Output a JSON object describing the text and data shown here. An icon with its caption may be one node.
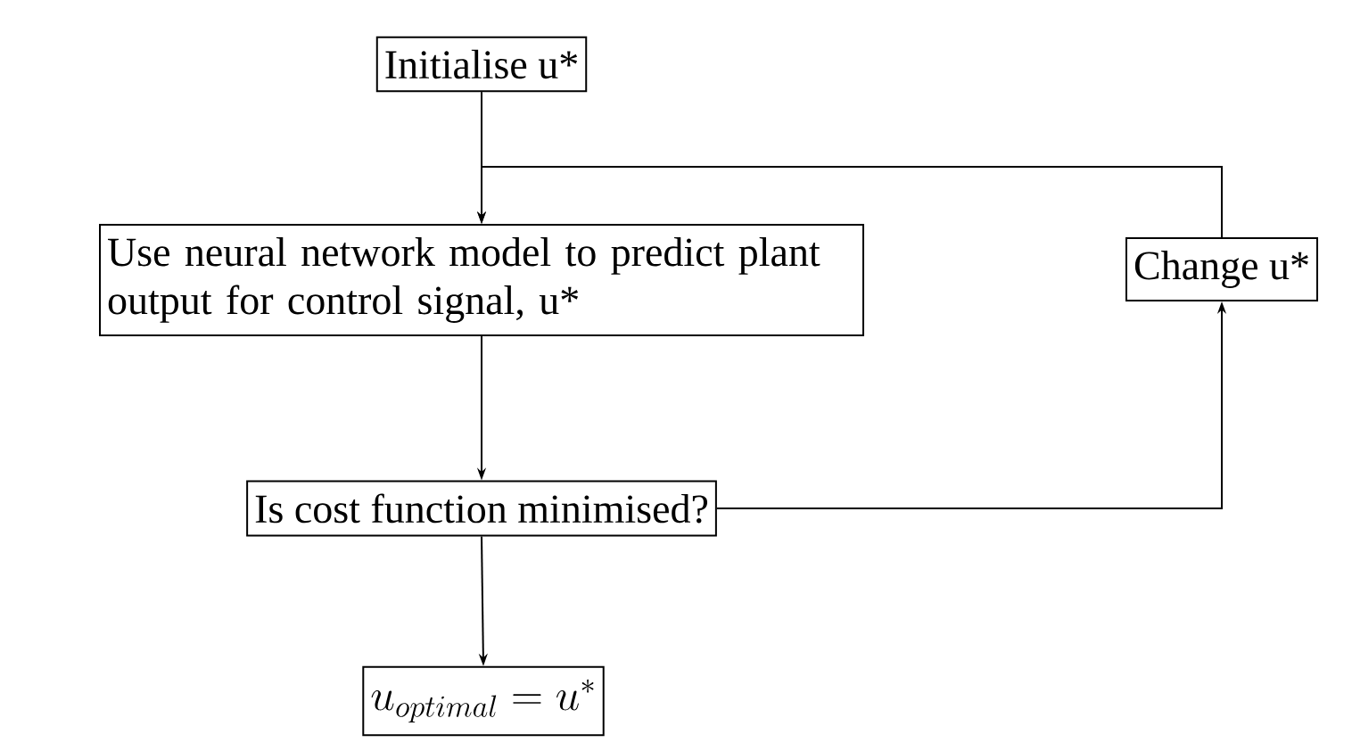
{
  "diagram": {
    "nodes": [
      {
        "text": [
          "Initialise u*"
        ]
      },
      {
        "text": [
          "Use neural network model to predict plant output for control signal, u*"
        ]
      },
      {
        "text": [
          "Change u*"
        ]
      },
      {
        "text": [
          "Is cost function minimised?"
        ]
      },
      {
        "text": [
          "u_{optimal} = u^*"
        ]
      }
    ],
    "edges": [
      {
        "from": 0,
        "to": 1,
        "arrow": "to"
      },
      {
        "from": 2,
        "to": 1,
        "arrow": "to"
      },
      {
        "from": 1,
        "to": 3,
        "arrow": "to"
      },
      {
        "from": 3,
        "to": 2,
        "arrow": "to"
      },
      {
        "from": 3,
        "to": 4,
        "arrow": "to"
      }
    ]
  }
}
